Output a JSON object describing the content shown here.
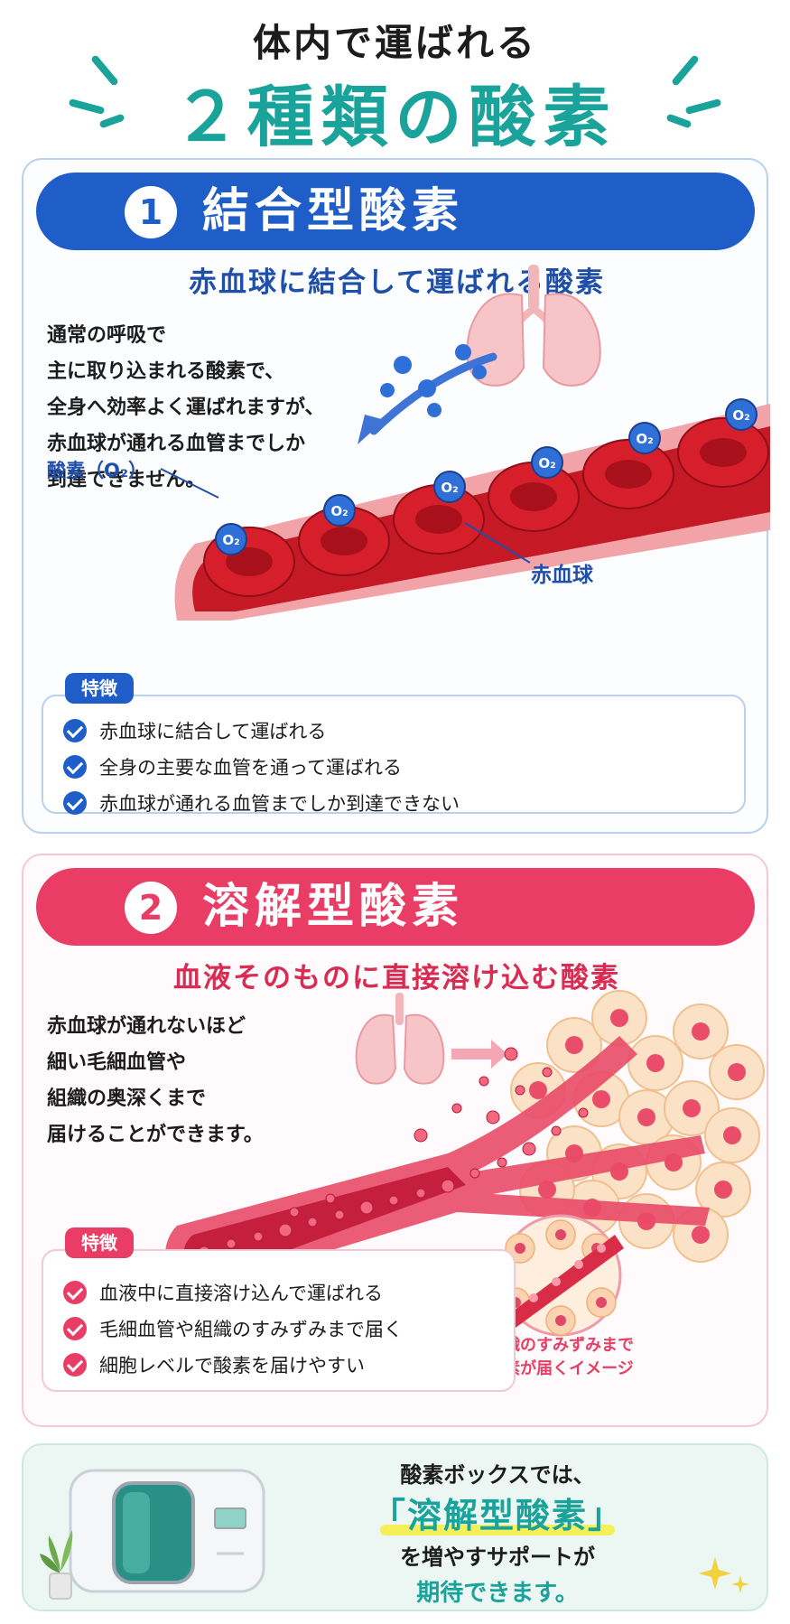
{
  "header": {
    "line1": "体内で運ばれる",
    "line2": "２種類の酸素"
  },
  "section1": {
    "number": "1",
    "title": "結合型酸素",
    "subtitle": "赤血球に結合して運ばれる酸素",
    "description": [
      "通常の呼吸で",
      "主に取り込まれる酸素で、",
      "全身へ効率よく運ばれますが、",
      "赤血球が通れる血管までしか",
      "到達できません。"
    ],
    "label_oxygen": "酸素（O₂）",
    "label_rbc": "赤血球",
    "o2_symbol": "O₂",
    "feature_tag": "特徴",
    "features": [
      "赤血球に結合して運ばれる",
      "全身の主要な血管を通って運ばれる",
      "赤血球が通れる血管までしか到達できない"
    ]
  },
  "section2": {
    "number": "2",
    "title": "溶解型酸素",
    "subtitle": "血液そのものに直接溶け込む酸素",
    "description": [
      "赤血球が通れないほど",
      "細い毛細血管や",
      "組織の奥深くまで",
      "届けることができます。"
    ],
    "feature_tag": "特徴",
    "features": [
      "血液中に直接溶け込んで運ばれる",
      "毛細血管や組織のすみずみまで届く",
      "細胞レベルで酸素を届けやすい"
    ],
    "tissue_caption": [
      "組織のすみずみまで",
      "酸素が届くイメージ"
    ]
  },
  "bottom": {
    "line1": "酸素ボックスでは、",
    "line2": "「溶解型酸素」",
    "line3": "を増やすサポートが",
    "line4": "期待できます。"
  },
  "colors": {
    "teal": "#1aa39a",
    "blue": "#1f5ec9",
    "pink": "#ea3d66",
    "blood_red": "#d71f2c"
  },
  "icons": [
    "lungs-icon",
    "oxygen-molecule-icon",
    "red-blood-cell-icon",
    "check-icon",
    "oxygen-capsule-icon",
    "plant-icon",
    "sparkle-icon"
  ]
}
